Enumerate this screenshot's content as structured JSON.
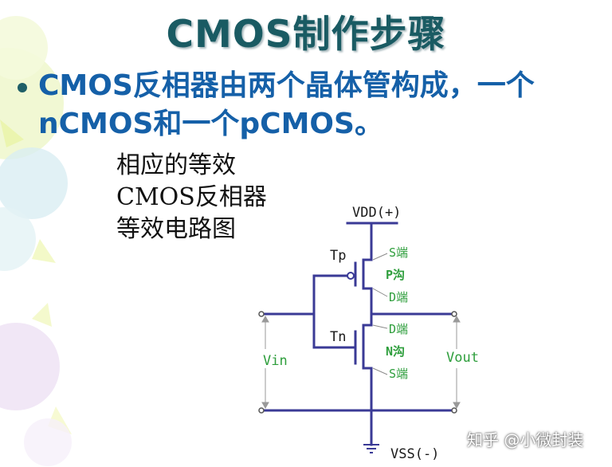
{
  "title": "CMOS制作步骤",
  "bullet": {
    "line1": "CMOS反相器由两个晶体管构成，一个",
    "line2": "nCMOS和一个pCMOS。"
  },
  "caption": {
    "line1": "相应的等效",
    "line2": "CMOS反相器",
    "line3": "等效电路图"
  },
  "circuit": {
    "vdd": "VDD(+)",
    "vss": "VSS(-)",
    "tp": "Tp",
    "tn": "Tn",
    "tp_source": "S端",
    "tp_channel": "P沟",
    "tp_drain": "D端",
    "tn_drain": "D端",
    "tn_channel": "N沟",
    "tn_source": "S端",
    "vin": "Vin",
    "vout": "Vout",
    "wire_color": "#3a3a96",
    "green_label_color": "#2e9e3c",
    "black_label_color": "#1a1a1a"
  },
  "watermark": "知乎 @小微封装"
}
